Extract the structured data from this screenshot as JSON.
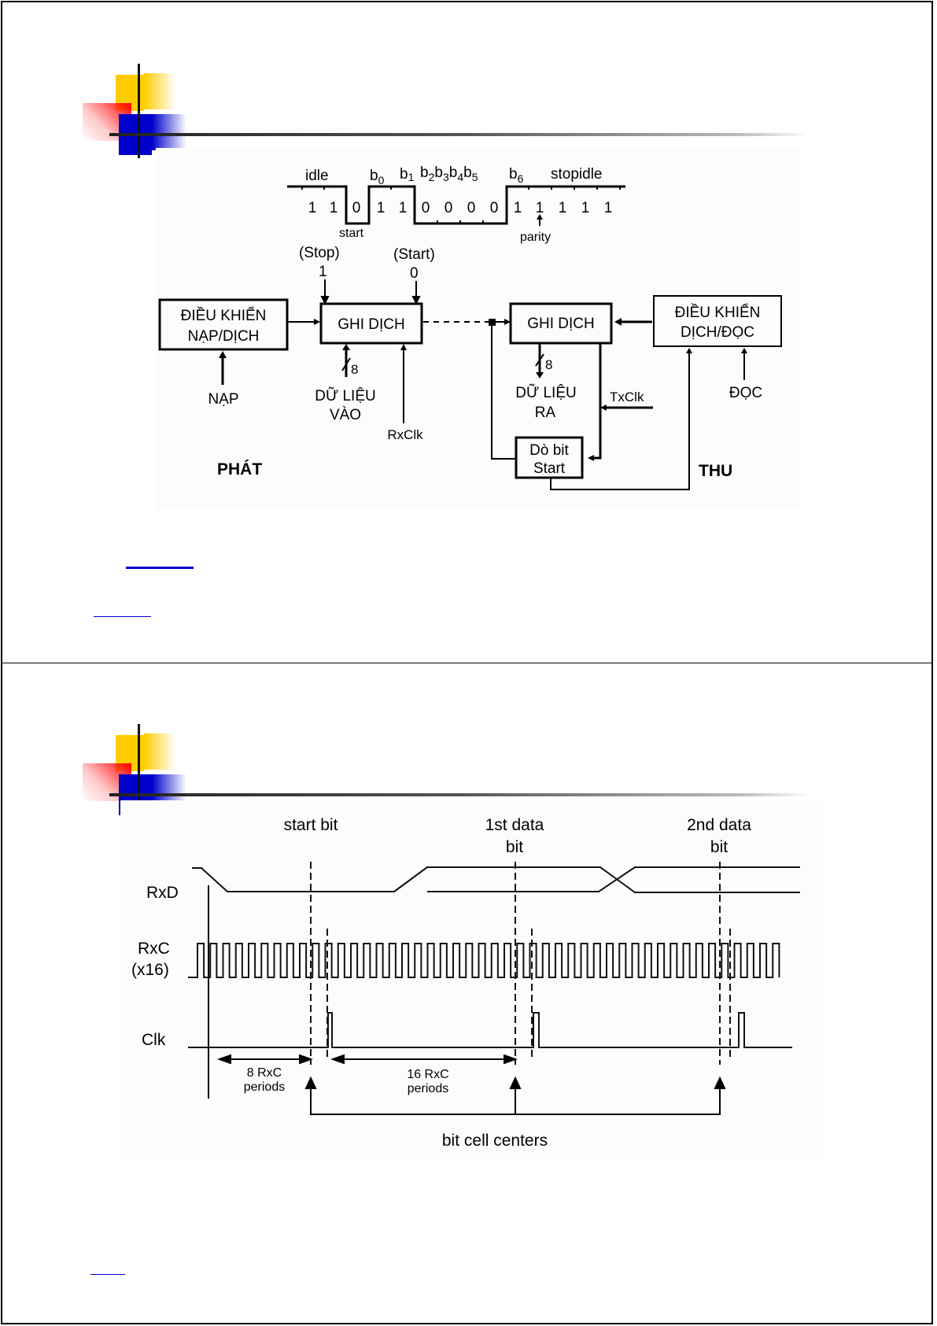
{
  "slide1": {
    "title_logo": "slide-logo",
    "waveform": {
      "top_labels": [
        "idle",
        "b0",
        "b1",
        "b2b3b4b5",
        "b6",
        "stopidle"
      ],
      "bits": [
        "1",
        "1",
        "0",
        "1",
        "1",
        "0",
        "0",
        "0",
        "0",
        "1",
        "1",
        "1",
        "1",
        "1"
      ],
      "start_label": "start",
      "parity_label": "parity"
    },
    "transmitter": {
      "stop_label": "(Stop)",
      "stop_value": "1",
      "start_label": "(Start)",
      "start_value": "0",
      "control_box": [
        "ĐIỀU KHIỂN",
        "NẠP/DỊCH"
      ],
      "shift_register": "GHI DỊCH",
      "load_label": "NẠP",
      "bus_width": "8",
      "data_in": [
        "DỮ LIỆU",
        "VÀO"
      ],
      "clock": "RxClk",
      "side_label": "PHÁT"
    },
    "receiver": {
      "shift_register": "GHI DỊCH",
      "control_box": [
        "ĐIỀU KHIỂN",
        "DỊCH/ĐỌC"
      ],
      "bus_width": "8",
      "data_out": [
        "DỮ LIỆU",
        "RA"
      ],
      "clock": "TxClk",
      "read_label": "ĐỌC",
      "detector": [
        "Dò bit",
        "Start"
      ],
      "side_label": "THU"
    }
  },
  "slide2": {
    "title_logo": "slide-logo",
    "timing": {
      "column_labels": [
        [
          "start bit"
        ],
        [
          "1st data",
          "bit"
        ],
        [
          "2nd data",
          "bit"
        ]
      ],
      "signals": [
        "RxD",
        "RxC",
        "(x16)",
        "Clk"
      ],
      "span_labels": [
        [
          "8 RxC",
          "periods"
        ],
        [
          "16 RxC",
          "periods"
        ]
      ],
      "footer": "bit cell centers"
    }
  }
}
